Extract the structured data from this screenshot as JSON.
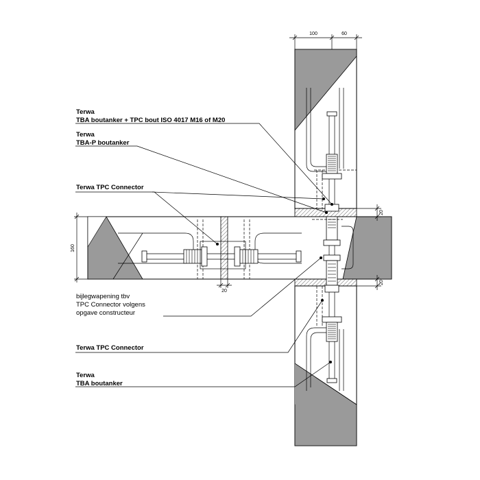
{
  "labels": {
    "tba_tpc": {
      "line1": "Terwa",
      "line2": "TBA boutanker + TPC bout ISO 4017 M16 of M20"
    },
    "tba_p": {
      "line1": "Terwa",
      "line2": "TBA-P boutanker"
    },
    "tpc_top": {
      "line1": "Terwa TPC Connector"
    },
    "note": {
      "line1": "bijlegwapening tbv",
      "line2": "TPC Connector volgens",
      "line3": "opgave constructeur"
    },
    "tpc_bottom": {
      "line1": "Terwa TPC Connector"
    },
    "tba": {
      "line1": "Terwa",
      "line2": "TBA boutanker"
    }
  },
  "dimensions": {
    "top_left": "100",
    "top_right": "60",
    "left_height": "160",
    "joint_width": "20",
    "right_upper": "20",
    "right_lower": "20"
  },
  "colors": {
    "concrete": "#9a9a9a",
    "line": "#000000",
    "background": "#ffffff"
  }
}
